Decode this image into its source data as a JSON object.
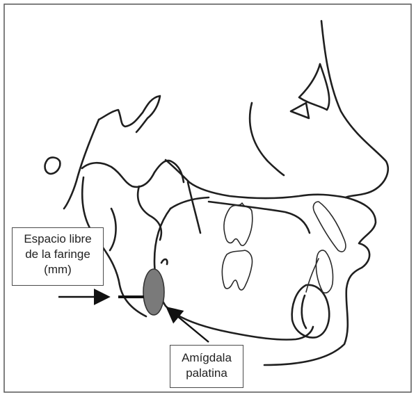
{
  "labels": {
    "pharynx_space": {
      "lines": [
        "Espacio libre",
        "de la faringe",
        "(mm)"
      ]
    },
    "palatine_tonsil": {
      "lines": [
        "Amígdala",
        "palatina"
      ]
    }
  },
  "colors": {
    "tracing": "#1f1f1f",
    "tonsil_fill": "#7a7a7a",
    "tonsil_stroke": "#333333",
    "frame": "#555555",
    "background": "#ffffff"
  }
}
